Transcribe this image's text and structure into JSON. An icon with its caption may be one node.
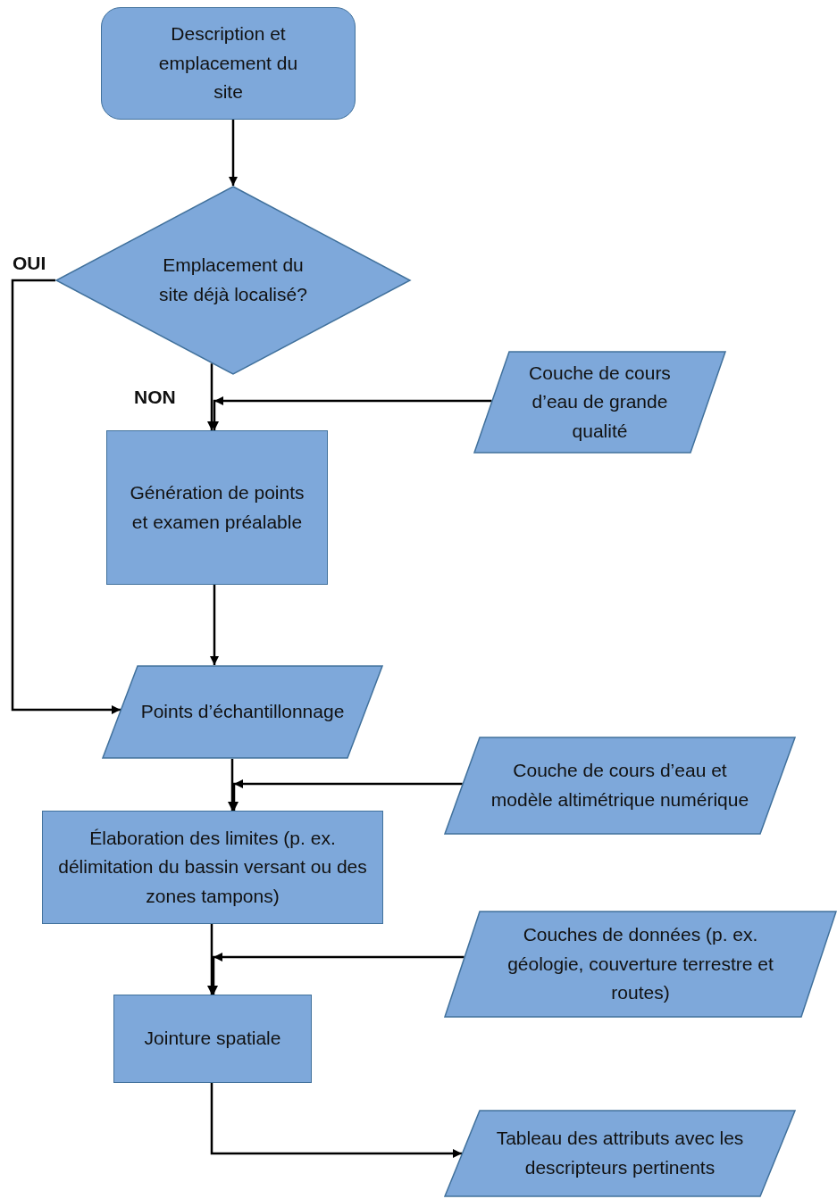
{
  "diagram": {
    "nodes": [
      {
        "text": [
          "Description et emplacement du site"
        ]
      },
      {
        "text": [
          "Emplacement du site déjà localisé?"
        ]
      },
      {
        "text": [
          "Couche de cours d’eau de grande qualité"
        ]
      },
      {
        "text": [
          "Génération de points et examen préalable"
        ]
      },
      {
        "text": [
          "Points d’échantillonnage"
        ]
      },
      {
        "text": [
          "Couche de cours d’eau et modèle altimétrique numérique"
        ]
      },
      {
        "text": [
          "Élaboration des limites (p. ex. délimitation du bassin versant ou des zones tampons)"
        ]
      },
      {
        "text": [
          "Couches de données (p. ex. géologie, couverture terrestre et routes)"
        ]
      },
      {
        "text": [
          "Jointure spatiale"
        ]
      },
      {
        "text": [
          "Tableau des attributs avec les descripteurs pertinents"
        ]
      }
    ],
    "edges": [
      {
        "from": 0,
        "to": 1,
        "arrow": "to"
      },
      {
        "from": 1,
        "to": 3,
        "arrow": "to",
        "label": "NON"
      },
      {
        "from": 1,
        "to": 4,
        "arrow": "to",
        "label": "OUI"
      },
      {
        "from": 2,
        "to": 3,
        "arrow": "to"
      },
      {
        "from": 3,
        "to": 4,
        "arrow": "to"
      },
      {
        "from": 4,
        "to": 6,
        "arrow": "to"
      },
      {
        "from": 5,
        "to": 6,
        "arrow": "to"
      },
      {
        "from": 6,
        "to": 8,
        "arrow": "to"
      },
      {
        "from": 7,
        "to": 8,
        "arrow": "to"
      },
      {
        "from": 8,
        "to": 9,
        "arrow": "to"
      }
    ]
  }
}
